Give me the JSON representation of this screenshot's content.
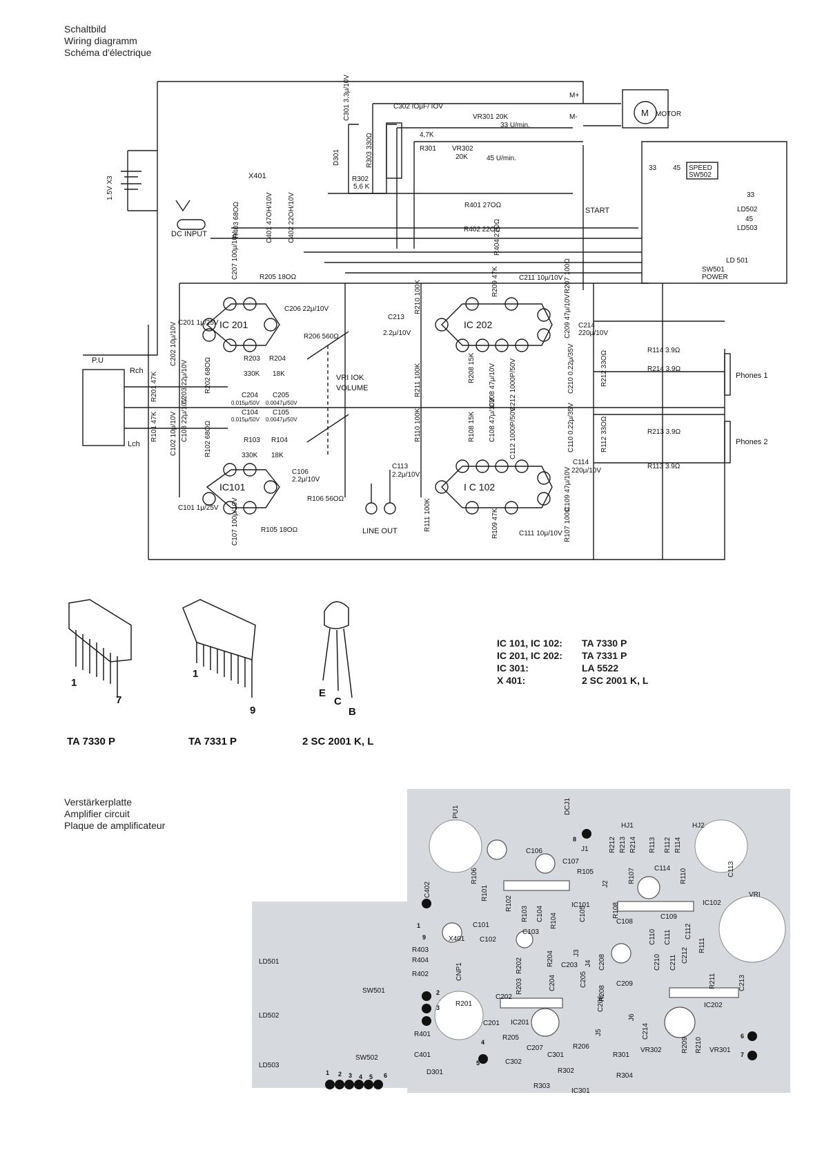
{
  "header": {
    "title_de": "Schaltbild",
    "title_en": "Wiring diagramm",
    "title_fr": "Schéma d'électrique"
  },
  "schematic": {
    "motor": {
      "symbol": "M",
      "label": "MOTOR",
      "plus": "M+",
      "minus": "M-"
    },
    "battery": "1.5V X3",
    "transistor": "X401",
    "dc_input": "DC INPUT",
    "speed_switch": {
      "name": "SPEED",
      "id": "SW502",
      "pos33": "33",
      "pos45": "45"
    },
    "power_switch": {
      "name": "SW501",
      "sub": "POWER"
    },
    "start": "START",
    "leds": [
      "LD502",
      "LD503",
      "LD 501"
    ],
    "led_labels": [
      "33",
      "45"
    ],
    "ic_labels": [
      "IC 201",
      "IC 202",
      "IC101",
      "I C 102"
    ],
    "pickup": {
      "label": "P.U",
      "rch": "Rch",
      "lch": "Lch"
    },
    "volume": {
      "id": "VRI IOK",
      "name": "VOLUME"
    },
    "line_out": "LINE OUT",
    "phones": [
      "Phones 1",
      "Phones 2"
    ],
    "components": {
      "c302": "C302 IOμF/ IOV",
      "vr301": "VR301 20K",
      "vr301_note": "33 U/min.",
      "vr302": "VR302",
      "vr302_val": "20K",
      "vr302_note": "45 U/min.",
      "r301": "R301",
      "r301_val": "4,7K",
      "r302": "R302",
      "r302_val": "5,6 K",
      "r303": "R303 330Ω",
      "d301": "D301",
      "c301": "C301 3,3μ/10V",
      "r401": "R401 27OΩ",
      "r402": "R402 22OΩ",
      "r404": "R404 27OΩ",
      "r403": "R403 68OΩ",
      "c401": "C401 47OH/10V",
      "c402": "C402 22OH/10V",
      "c207": "C207 100μ/10V",
      "r205": "R205 18OΩ",
      "c206": "C206 22μ/10V",
      "r206": "R206 560Ω",
      "c201": "C201 1μ/25V",
      "c202": "C202 10μ/10V",
      "r203": "R203",
      "r203_val": "330K",
      "r204": "R204",
      "r204_val": "18K",
      "c204": "C204",
      "c204_val": "0.015μ/50V",
      "c205": "C205",
      "c205_val": "0.0047μ/50V",
      "c104": "C104",
      "c104_val": "0.015μ/50V",
      "c105": "C105",
      "c105_val": "0.0047μ/50V",
      "r103": "R103",
      "r103_val": "330K",
      "r104": "R104",
      "r104_val": "18K",
      "r201": "R201 47K",
      "r101": "R101 47K",
      "c203": "C203 22μ/10V",
      "c103": "C103 22μ/10V",
      "r202": "R202 68OΩ",
      "r102": "R102 68OΩ",
      "c102": "C102 10μ/10V",
      "c106": "C106",
      "c106_val": "2.2μ/10V",
      "r106": "R106 56OΩ",
      "c101": "C101 1μ/25V",
      "c107": "C107 100μ/10V",
      "r105": "R105 18OΩ",
      "r210": "R210 100K",
      "r211": "R211 100K",
      "r110": "R110 100K",
      "r111": "R111 100K",
      "c213": "C213",
      "c213_val": "2.2μ/10V",
      "c113": "C113",
      "c113_val": "2.2μ/10V",
      "r209": "R209 47K",
      "c211": "C211 10μ/10V",
      "r207": "R207 100Ω",
      "c209": "C209 47μ/10V",
      "c214": "C214",
      "c214_val": "220μ/10V",
      "r208": "R208 15K",
      "c208": "C208 47μ/10V",
      "c212": "C212 1000P/50V",
      "c210": "C210 0.22μ/35V",
      "r212": "R212 33OΩ",
      "r108": "R108 15K",
      "c108": "C108 47μ/10V",
      "c112": "C112 1000P/50V",
      "c110": "C110 0.22μ/35V",
      "r112": "R112 33OΩ",
      "c114": "C114",
      "c114_val": "220μ/10V",
      "r109": "R109 47K",
      "c111": "C111 10μ/10V",
      "r107": "R107 100Ω",
      "c109": "C109 47μ/10V",
      "r114": "R114 3.9Ω",
      "r214": "R214 3.9Ω",
      "r213": "R213 3.9Ω",
      "r113": "R113 3.9Ω"
    }
  },
  "packages": {
    "ta7330": {
      "name": "TA 7330 P",
      "pin_first": "1",
      "pin_last": "7"
    },
    "ta7331": {
      "name": "TA 7331 P",
      "pin_first": "1",
      "pin_last": "9"
    },
    "transistor": {
      "name": "2 SC 2001 K, L",
      "e": "E",
      "c": "C",
      "b": "B"
    }
  },
  "ic_table": [
    {
      "ref": "IC 101, IC 102:",
      "part": "TA 7330 P"
    },
    {
      "ref": "IC 201, IC 202:",
      "part": "TA 7331 P"
    },
    {
      "ref": "IC 301:",
      "part": "LA 5522"
    },
    {
      "ref": "X 401:",
      "part": "2 SC 2001 K, L"
    }
  ],
  "board": {
    "title_de": "Verstärkerplatte",
    "title_en": "Amplifier circuit",
    "title_fr": "Plaque de amplificateur",
    "labels": {
      "pu1": "PU1",
      "dcj1": "DCJ1",
      "hj1": "HJ1",
      "hj2": "HJ2",
      "vr1": "VRI",
      "ld501": "LD501",
      "ld502": "LD502",
      "ld503": "LD503",
      "sw501": "SW501",
      "sw502": "SW502",
      "c402": "C402",
      "c401": "C401",
      "d301": "D301",
      "x401": "X401",
      "r403": "R403",
      "r404": "R404",
      "r402": "R402",
      "r401": "R401",
      "r201": "R201",
      "c201": "C201",
      "ic201": "IC201",
      "r205": "R205",
      "c207": "C207",
      "c301": "C301",
      "c302": "C302",
      "r303": "R303",
      "r302": "R302",
      "ic301": "IC301",
      "r206": "R206",
      "r301": "R301",
      "r304": "R304",
      "vr302": "VR302",
      "vr301": "VR301",
      "r209": "R209",
      "r210": "R210",
      "r211": "R211",
      "c213": "C213",
      "ic202": "IC202",
      "c214": "C214",
      "j6": "J6",
      "j5": "J5",
      "c206": "C206",
      "c205": "C205",
      "c204": "C204",
      "c203": "C203",
      "c202": "C202",
      "r202": "R202",
      "r203": "R203",
      "r204": "R204",
      "j4": "J4",
      "j3": "J3",
      "c208": "C208",
      "r208": "R208",
      "c209": "C209",
      "c210": "C210",
      "c211": "C211",
      "c212": "C212",
      "c108": "C108",
      "c109": "C109",
      "c110": "C110",
      "c111": "C111",
      "c112": "C112",
      "c113": "C113",
      "c114": "C114",
      "c101": "C101",
      "c102": "C102",
      "c103": "C103",
      "c104": "C104",
      "c105": "C105",
      "c106": "C106",
      "c107": "C107",
      "r101": "R101",
      "r102": "R102",
      "r103": "R103",
      "r104": "R104",
      "r105": "R105",
      "r106": "R106",
      "r107": "R107",
      "r108": "R108",
      "r110": "R110",
      "r111": "R111",
      "r112": "R112",
      "r113": "R113",
      "r114": "R114",
      "r212": "R212",
      "r213": "R213",
      "r214": "R214",
      "ic101": "IC101",
      "ic102": "IC102",
      "j1": "J1",
      "j2": "J2",
      "cnp1": "CNP1"
    },
    "pad_numbers": [
      "1",
      "2",
      "3",
      "4",
      "5",
      "6",
      "7",
      "8",
      "9"
    ],
    "edge_pads": [
      "1",
      "2",
      "3",
      "4",
      "5",
      "6"
    ]
  }
}
